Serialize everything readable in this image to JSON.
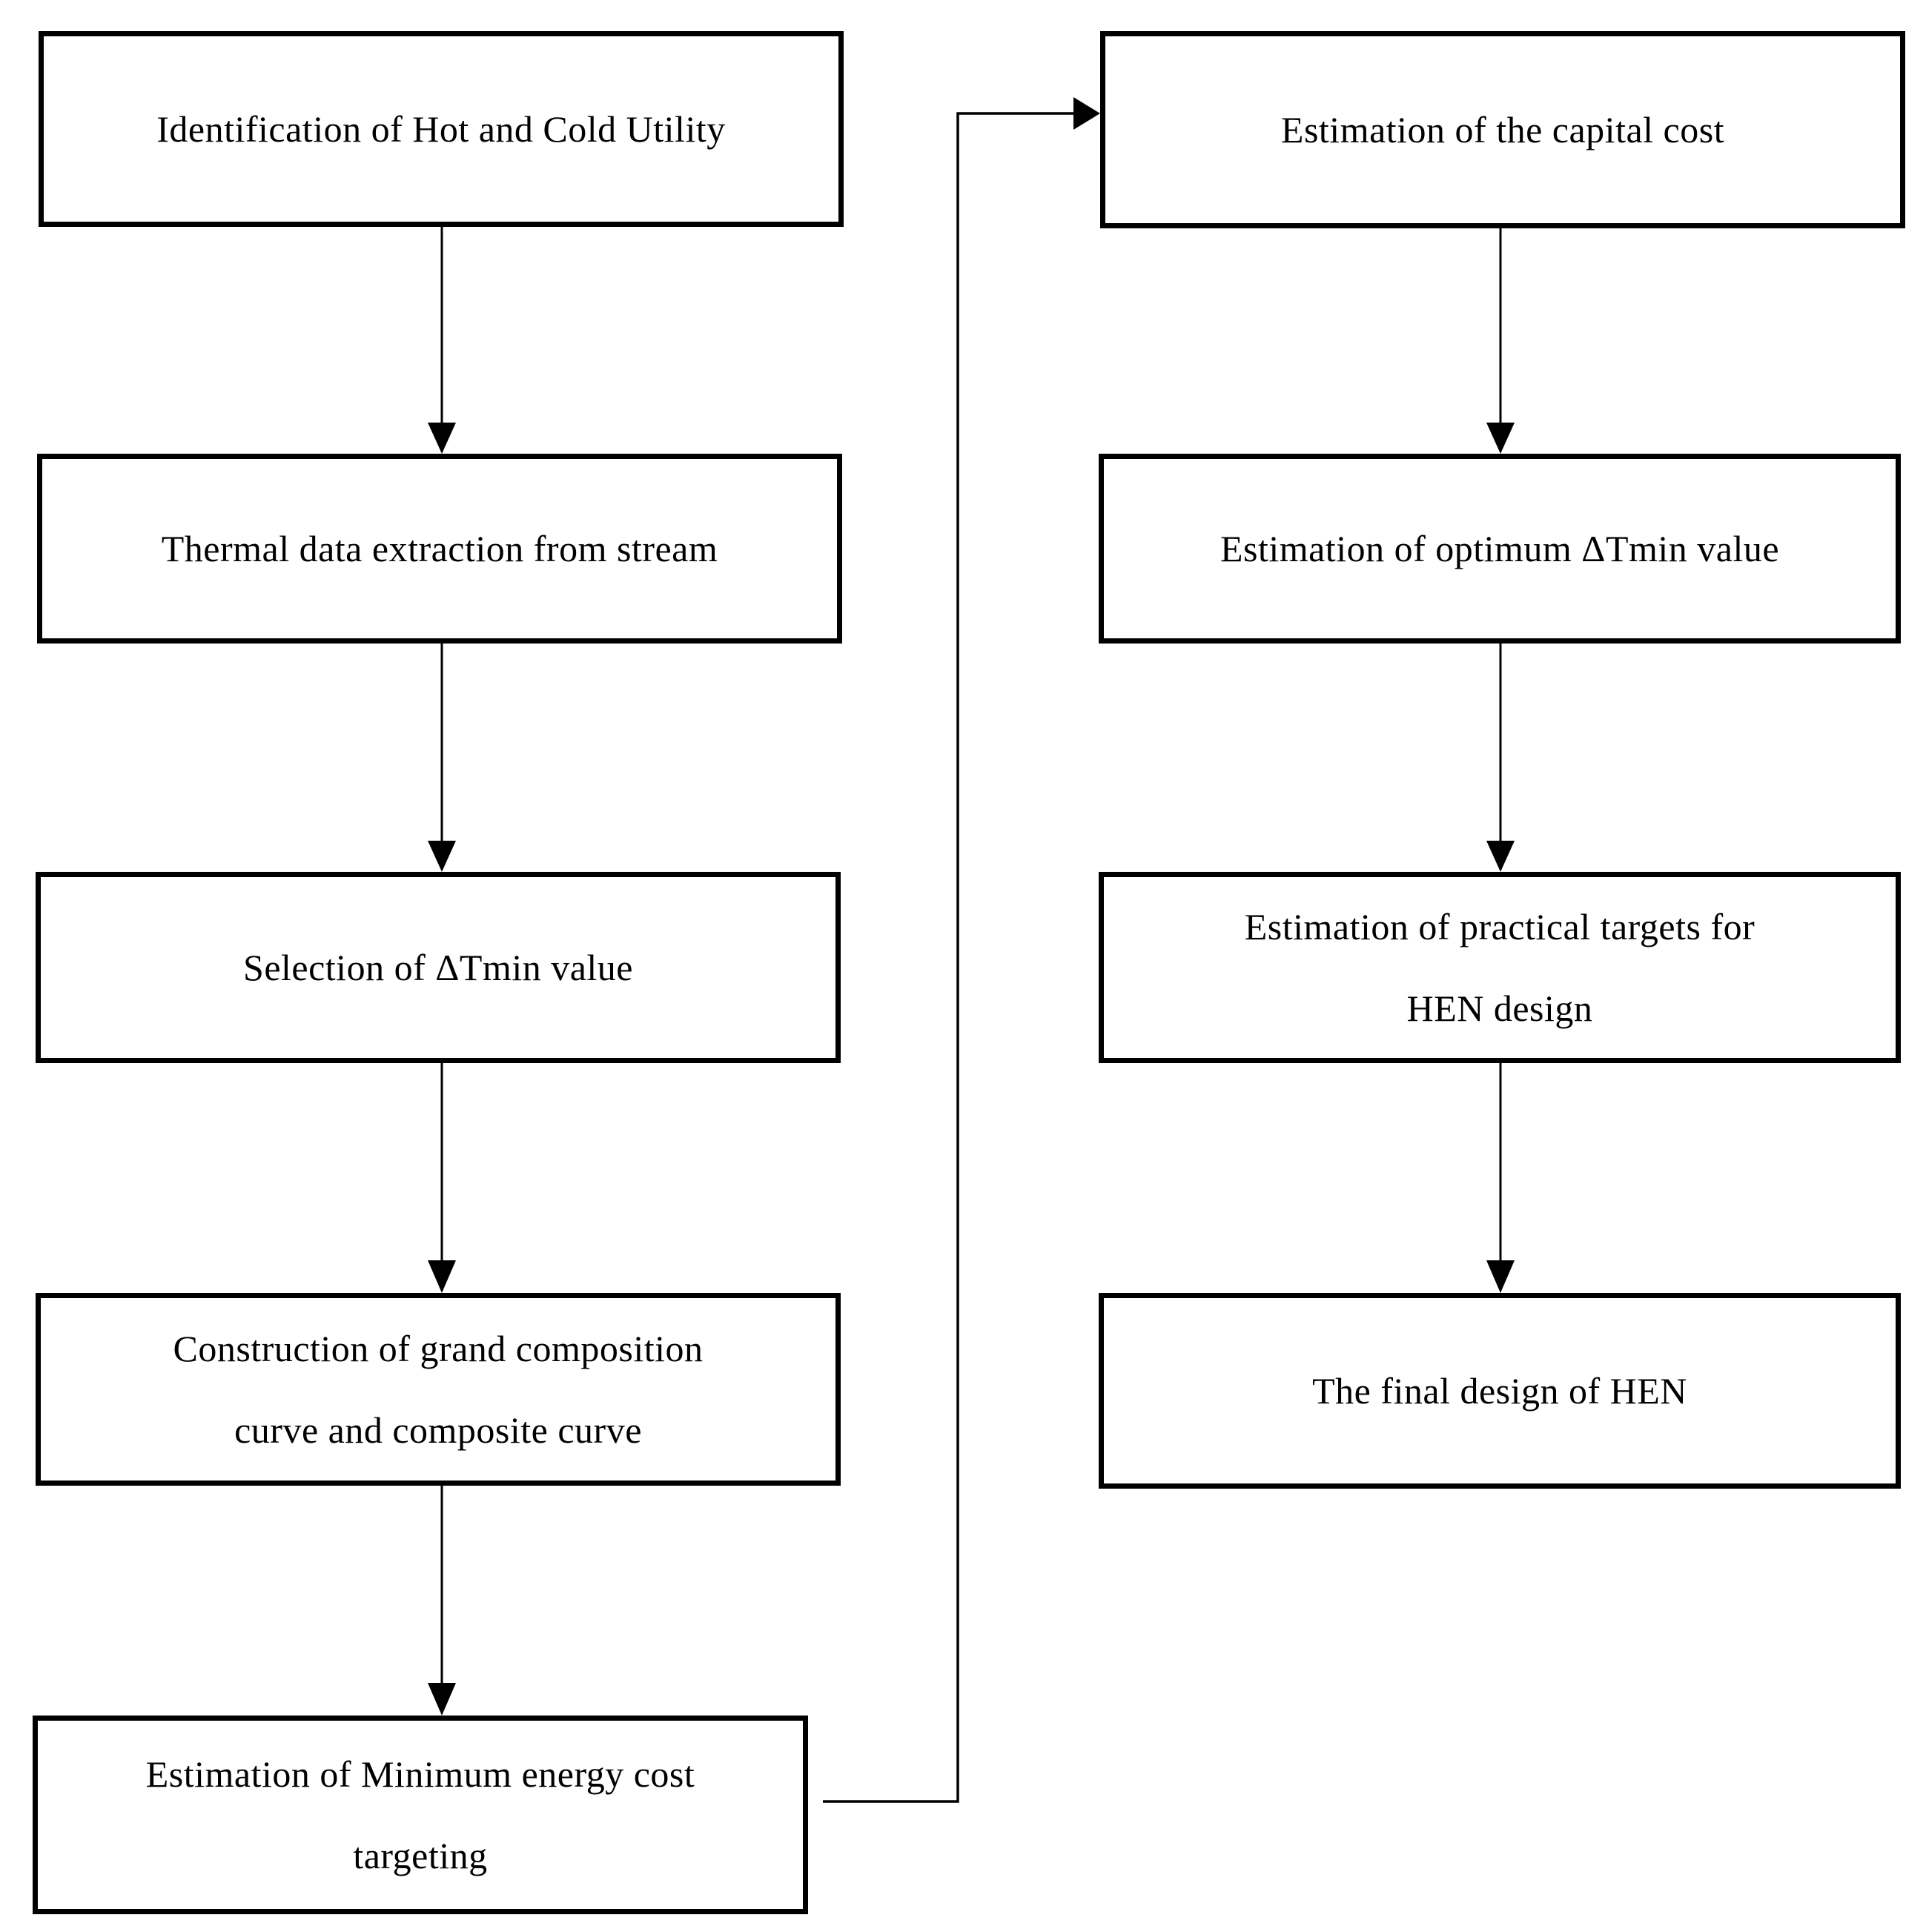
{
  "colors": {
    "line": "#000000",
    "box_border": "#000000",
    "box_fill": "#ffffff",
    "background": "#ffffff",
    "text": "#000000"
  },
  "flow": {
    "left": [
      {
        "id": "identify-utilities",
        "lines": [
          "Identification of Hot and Cold Utility"
        ]
      },
      {
        "id": "thermal-data-extraction",
        "lines": [
          "Thermal data extraction from stream"
        ]
      },
      {
        "id": "select-dtmin",
        "lines": [
          "Selection of ΔTmin value"
        ]
      },
      {
        "id": "construct-curves",
        "lines": [
          "Construction of grand composition",
          "curve and composite curve"
        ]
      },
      {
        "id": "estimate-min-energy",
        "lines": [
          "Estimation of Minimum energy cost",
          "targeting"
        ]
      }
    ],
    "right": [
      {
        "id": "estimate-capital-cost",
        "lines": [
          "Estimation of the capital cost"
        ]
      },
      {
        "id": "estimate-optimum-dtmin",
        "lines": [
          "Estimation of optimum ΔTmin value"
        ]
      },
      {
        "id": "estimate-practical-targets",
        "lines": [
          "Estimation of practical targets for",
          "HEN design"
        ]
      },
      {
        "id": "final-design-hen",
        "lines": [
          "The final design of HEN"
        ]
      }
    ]
  }
}
